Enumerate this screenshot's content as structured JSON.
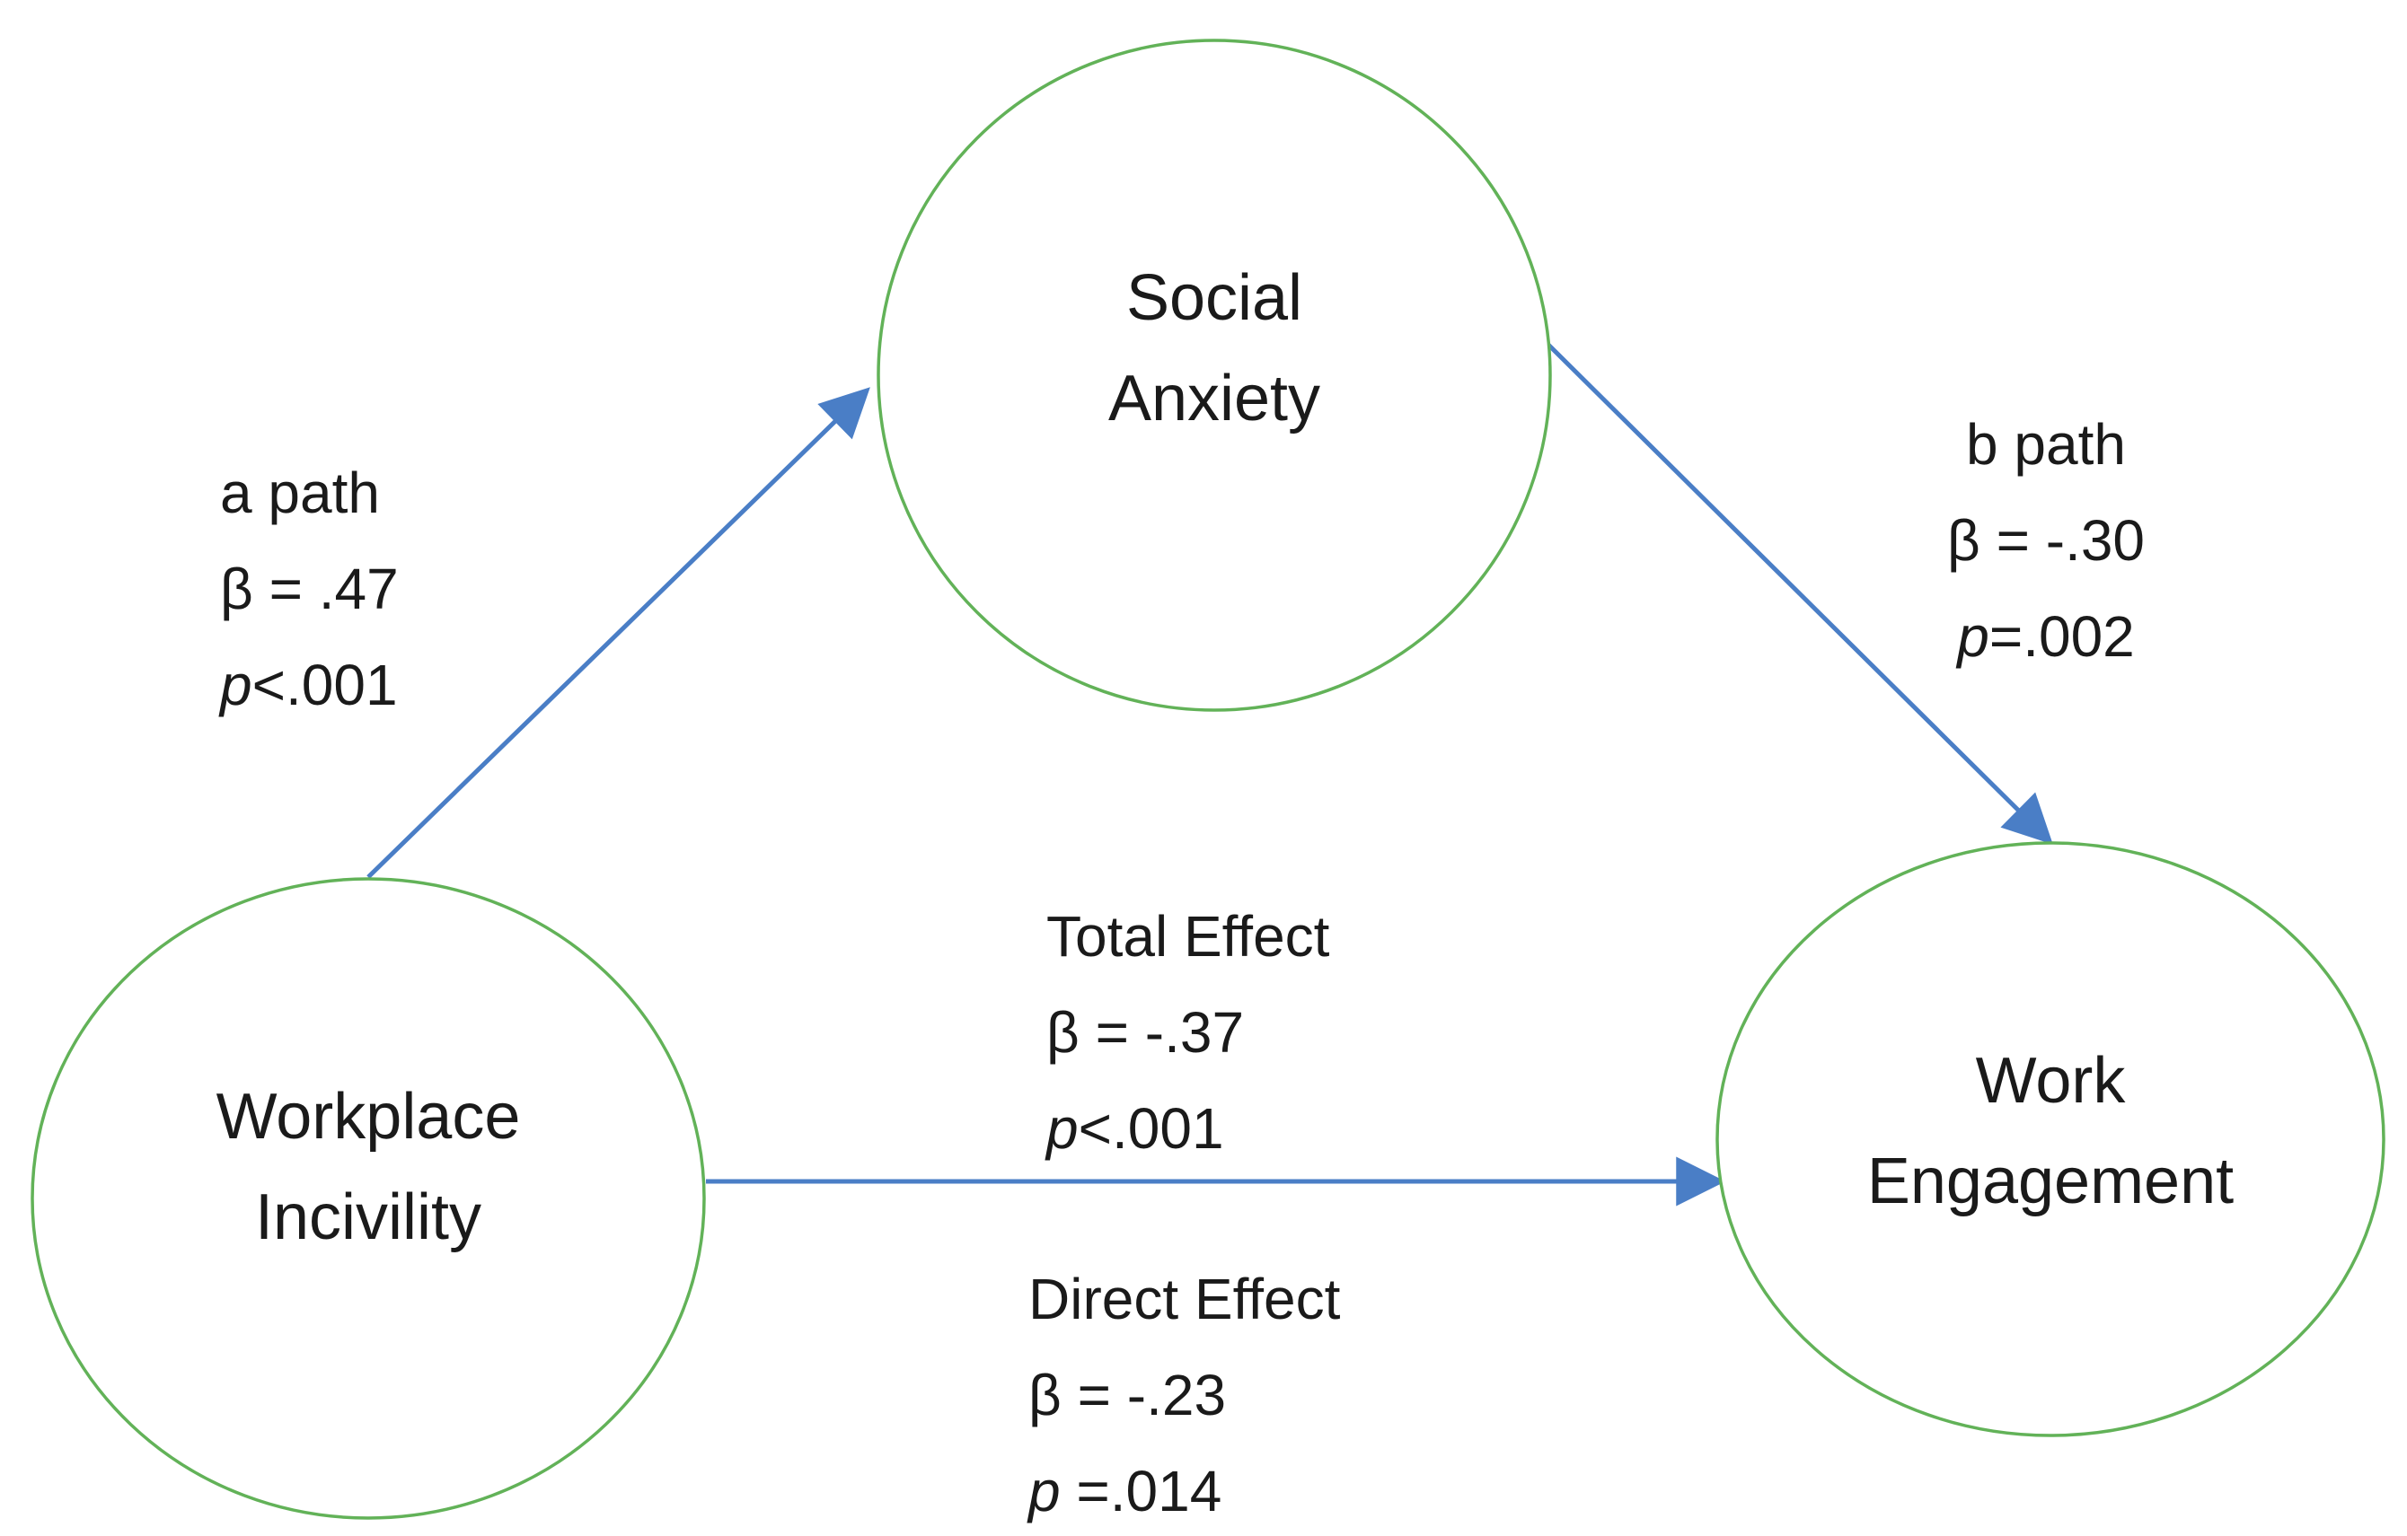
{
  "colors": {
    "circle_stroke": "#62b258",
    "arrow": "#4a7ec6",
    "text": "#1a1a1a",
    "background": "#ffffff"
  },
  "nodes": {
    "mediator": {
      "line1": "Social",
      "line2": "Anxiety"
    },
    "predictor": {
      "line1": "Workplace",
      "line2": "Incivility"
    },
    "outcome": {
      "line1": "Work",
      "line2": "Engagement"
    }
  },
  "paths": {
    "a": {
      "title": "a path",
      "beta": "β = .47",
      "p_italic": "p",
      "p_rest": "<.001"
    },
    "b": {
      "title": "b path",
      "beta": "β = -.30",
      "p_italic": "p",
      "p_rest": "=.002"
    },
    "total": {
      "title": "Total Effect",
      "beta": "β = -.37",
      "p_italic": "p",
      "p_rest": "<.001"
    },
    "direct": {
      "title": "Direct Effect",
      "beta": "β = -.23",
      "p_italic": "p",
      "p_rest": " =.014"
    }
  }
}
